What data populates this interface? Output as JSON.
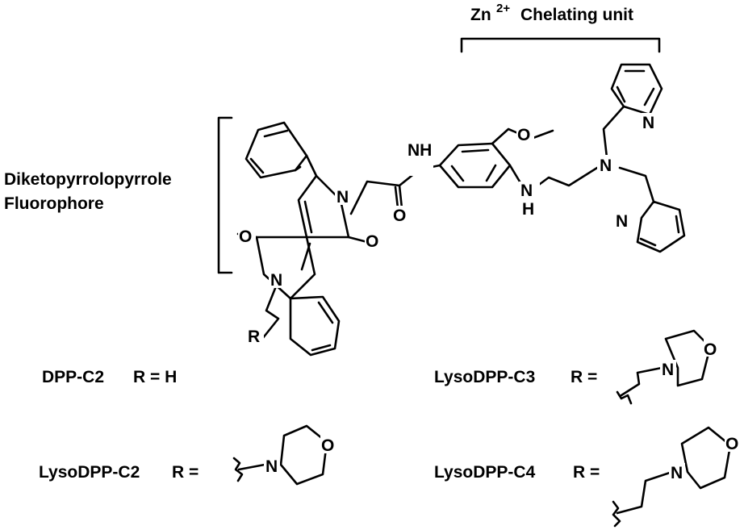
{
  "header": {
    "zn_base": "Zn",
    "zn_charge": "2+",
    "chelating_label": "Chelating unit"
  },
  "fluorophore": {
    "line1": "Diketopyrrolopyrrole",
    "line2": "Fluorophore"
  },
  "atoms": {
    "N": "N",
    "O": "O",
    "NH": "NH",
    "H": "H",
    "R": "R"
  },
  "compounds": {
    "dpp_c2": {
      "name": "DPP-C2",
      "r_value": "R = H"
    },
    "lyso_c2": {
      "name": "LysoDPP-C2",
      "r_value": "R ="
    },
    "lyso_c3": {
      "name": "LysoDPP-C3",
      "r_value": "R ="
    },
    "lyso_c4": {
      "name": "LysoDPP-C4",
      "r_value": "R ="
    }
  },
  "colors": {
    "ink": "#000000",
    "background": "#ffffff"
  }
}
